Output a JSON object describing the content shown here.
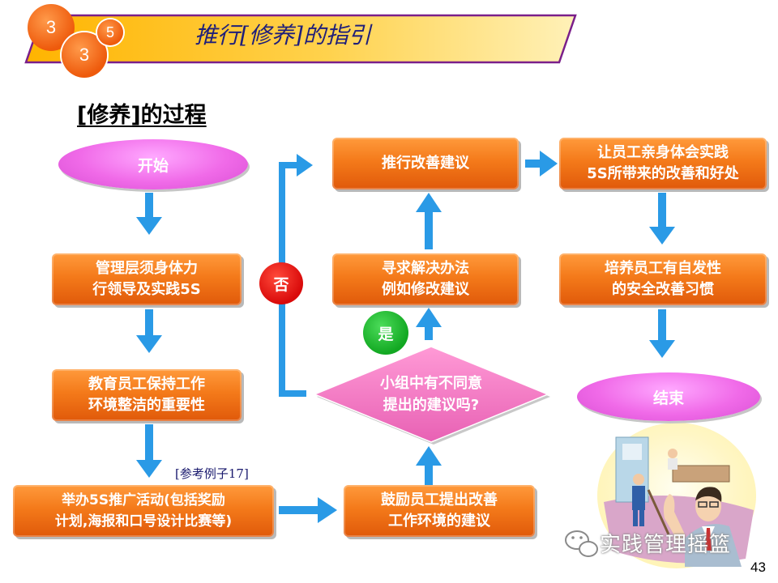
{
  "header": {
    "badges": [
      "3",
      "3",
      "5"
    ],
    "title": "推行[修养]的指引"
  },
  "subtitle": "[修养]的过程",
  "flow": {
    "start": "开始",
    "end": "结束",
    "step1": "管理层须身体力\n行领导及实践5S",
    "step2": "教育员工保持工作\n环境整洁的重要性",
    "step3": "举办5S推广活动(包括奖励\n计划,海报和口号设计比赛等)",
    "step4": "鼓励员工提出改善\n工作环境的建议",
    "decision": "小组中有不同意\n提出的建议吗?",
    "yes": "是",
    "no": "否",
    "step5": "寻求解决办法\n例如修改建议",
    "step6": "推行改善建议",
    "step7": "让员工亲身体会实践\n5S所带来的改善和好处",
    "step8": "培养员工有自发性\n的安全改善习惯"
  },
  "reference": "[参考例子17]",
  "watermark": "实践管理摇篮",
  "page_number": "43",
  "colors": {
    "orange_box": "#f47a1a",
    "header_band": "#ffc933",
    "oval_pink": "#f06ae8",
    "diamond_pink": "#f27fc4",
    "arrow_blue": "#2a9ae6",
    "yes_green": "#17b829",
    "no_red": "#e01010"
  }
}
